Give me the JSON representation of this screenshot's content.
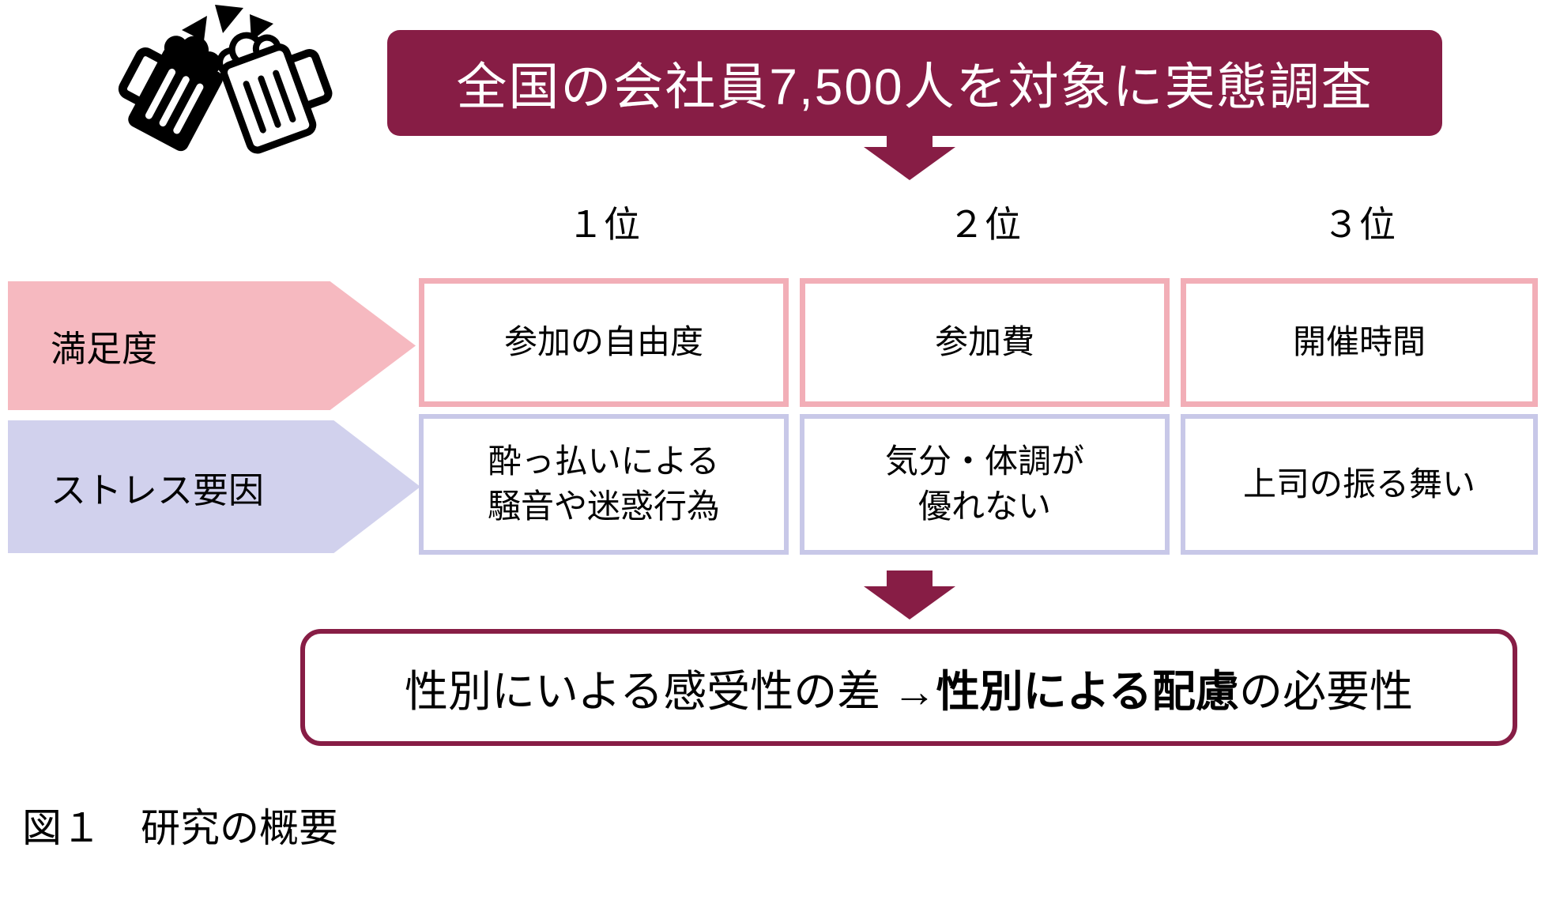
{
  "palette": {
    "maroon": "#871D45",
    "pink_fill": "#F6B9C0",
    "pink_border": "#F2AEB7",
    "lavender_fill": "#D1D1ED",
    "lavender_border": "#C8C8E8",
    "banner_text": "#FFFFFF",
    "body_text": "#000000"
  },
  "header": {
    "icon": "beer-cheers-icon",
    "banner_title": "全国の会社員7,500人を対象に実態調査"
  },
  "ranking": {
    "column_headers": [
      "１位",
      "２位",
      "３位"
    ],
    "rows": [
      {
        "label": "満足度",
        "items": [
          "参加の自由度",
          "参加費",
          "開催時間"
        ]
      },
      {
        "label": "ストレス要因",
        "items": [
          "酔っ払いによる\n騒音や迷惑行為",
          "気分・体調が\n優れない",
          "上司の振る舞い"
        ]
      }
    ]
  },
  "conclusion": {
    "prefix": "性別にいよる感受性の差 → ",
    "bold": "性別による配慮",
    "suffix": "の必要性"
  },
  "caption": "図１　研究の概要"
}
